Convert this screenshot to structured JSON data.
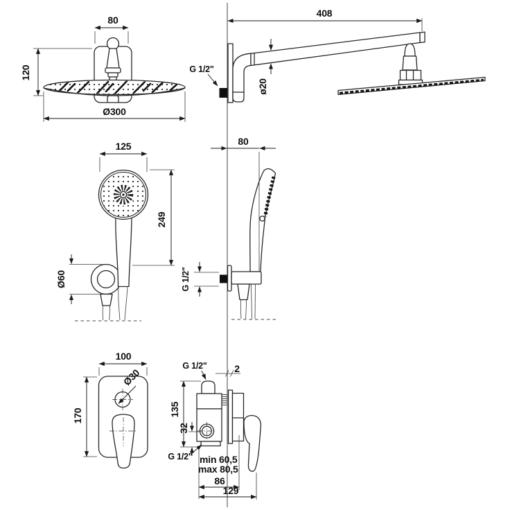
{
  "colors": {
    "background": "#ffffff",
    "line": "#262626",
    "dimension": "#1a1a1a",
    "wall_line": "#555555"
  },
  "views": {
    "overhead_front": {
      "label_width": "80",
      "label_height": "120",
      "label_diameter": "Ø300"
    },
    "arm_side": {
      "label_length": "408",
      "label_thread": "G 1/2\"",
      "label_pipe": "ø20"
    },
    "hand_front": {
      "label_width": "125",
      "label_height": "249",
      "label_holder": "Ø60"
    },
    "hand_side": {
      "label_offset": "80",
      "label_thread": "G 1/2\""
    },
    "mixer_front": {
      "label_width": "100",
      "label_knob": "Ø30",
      "label_height": "170"
    },
    "mixer_side": {
      "label_thread_top": "G 1/2\"",
      "label_gap": "2",
      "label_height": "135",
      "label_offset": "32",
      "label_thread_bottom": "G 1/2\"",
      "label_depth_min": "min 60,5",
      "label_depth_max": "max 80,5",
      "label_depth_86": "86",
      "label_depth_129": "129"
    }
  }
}
